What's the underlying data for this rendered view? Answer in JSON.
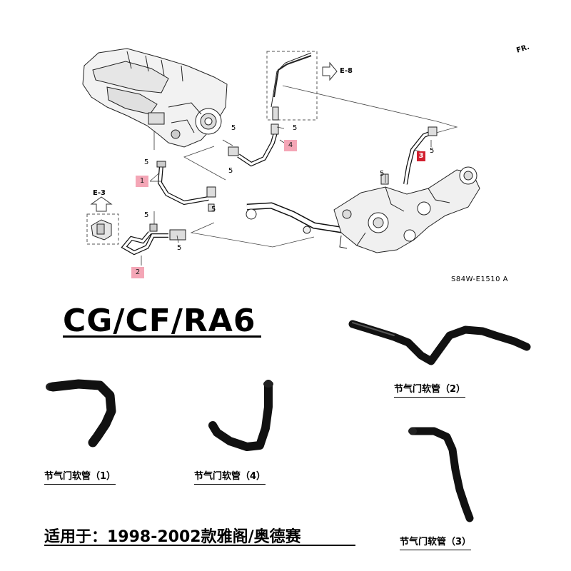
{
  "diagram": {
    "orientation_mark": "FR.",
    "figure_code": "S84W-E1510 A",
    "refs": {
      "e8": "E-8",
      "e3": "E-3"
    },
    "clip_label": "5",
    "callouts": {
      "c1": "1",
      "c2": "2",
      "c3": "3",
      "c4": "4"
    }
  },
  "model_heading": "CG/CF/RA6",
  "products": {
    "hose1": "节气门软管（1）",
    "hose2": "节气门软管（2）",
    "hose3": "节气门软管（3）",
    "hose4": "节气门软管（4）"
  },
  "fitment": "适用于：1998-2002款雅阁/奥德赛"
}
